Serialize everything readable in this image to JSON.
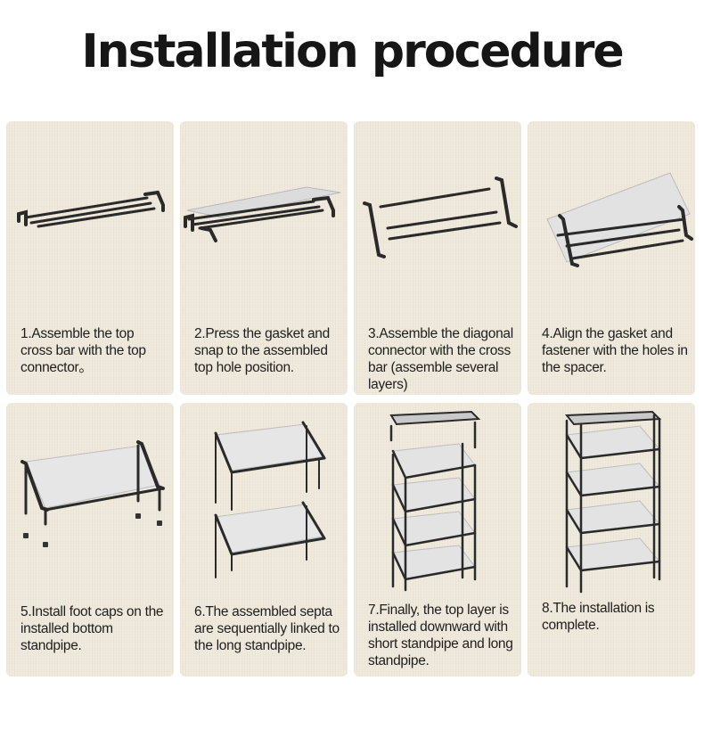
{
  "title": "Installation procedure",
  "steps": [
    {
      "text": "1.Assemble the top cross bar with the top connector。",
      "illustration": "top-crossbar-icon"
    },
    {
      "text": "2.Press the gasket and snap to the assembled top hole position.",
      "illustration": "gasket-snap-icon"
    },
    {
      "text": "3.Assemble the diagonal connector with the cross bar (assemble several layers)",
      "illustration": "diagonal-connector-icon"
    },
    {
      "text": "4.Align the gasket and fastener with the holes in the spacer.",
      "illustration": "gasket-align-icon"
    },
    {
      "text": "5.Install foot caps on the installed bottom standpipe.",
      "illustration": "foot-caps-icon"
    },
    {
      "text": "6.The assembled septa are sequentially linked to the long standpipe.",
      "illustration": "septa-link-icon"
    },
    {
      "text": "7.Finally, the top layer is installed downward with short standpipe and long standpipe.",
      "illustration": "top-layer-icon"
    },
    {
      "text": "8.The installation is complete.",
      "illustration": "complete-rack-icon"
    }
  ]
}
